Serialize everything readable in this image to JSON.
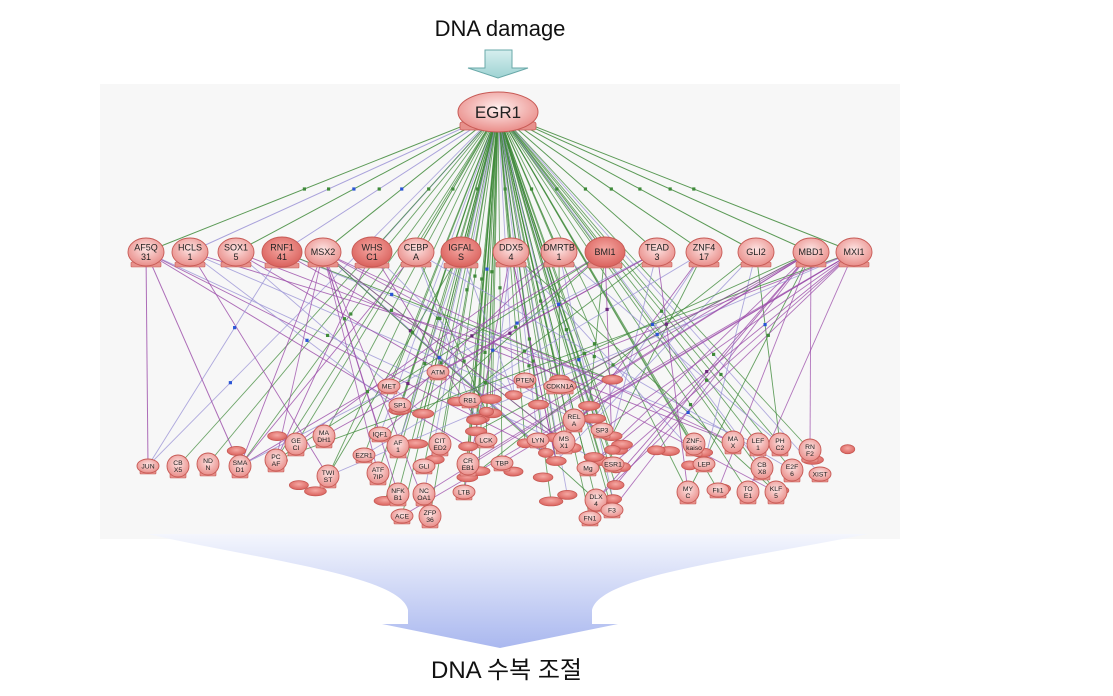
{
  "title_top": "DNA damage",
  "title_bottom": "DNA 수복 조절",
  "hub": "EGR1",
  "top_row": [
    [
      "AF5Q",
      "31"
    ],
    [
      "HCLS",
      "1"
    ],
    [
      "SOX1",
      "5"
    ],
    [
      "RNF1",
      "41"
    ],
    [
      "MSX2",
      ""
    ],
    [
      "WHS",
      "C1"
    ],
    [
      "CEBP",
      "A"
    ],
    [
      "IGFAL",
      "S"
    ],
    [
      "DDX5",
      "4"
    ],
    [
      "DMRTB",
      "1"
    ],
    [
      "BMI1",
      ""
    ],
    [
      "TEAD",
      "3"
    ],
    [
      "ZNF4",
      "17"
    ],
    [
      "GLI2",
      ""
    ],
    [
      "MBD1",
      ""
    ],
    [
      "MXI1",
      ""
    ]
  ],
  "bottom_row": [
    [
      "JUN"
    ],
    [
      "CB",
      "X5"
    ],
    [
      "ND",
      "N"
    ],
    [
      "SMA",
      "D1"
    ],
    [
      "PC",
      "AF"
    ],
    [
      "GE",
      "CI"
    ],
    [
      "MA",
      "DH1"
    ],
    [
      "IQF1"
    ],
    [
      "EZR1"
    ],
    [
      "TWI",
      "ST"
    ],
    [
      "ATF",
      "7IP"
    ],
    [
      "GLI"
    ],
    [
      "CIT",
      "ED2"
    ],
    [
      "NFK",
      "B1"
    ],
    [
      "NC",
      "OA1"
    ],
    [
      "ACE"
    ],
    [
      "ZFP",
      "36"
    ],
    [
      "CR",
      "EB1"
    ],
    [
      "TBP"
    ],
    [
      "LTB"
    ],
    [
      "LCK"
    ],
    [
      "LYN"
    ],
    [
      "MS",
      "X1"
    ],
    [
      "Mg"
    ],
    [
      "DLX",
      "4"
    ],
    [
      "FN1"
    ],
    [
      "F3"
    ],
    [
      "SP3"
    ],
    [
      "REL",
      "A"
    ],
    [
      "SP1"
    ],
    [
      "MET"
    ],
    [
      "MY",
      "C"
    ],
    [
      "Fli1"
    ],
    [
      "TO",
      "E1"
    ],
    [
      "KLF",
      "5"
    ],
    [
      "CB",
      "X8"
    ],
    [
      "E2F",
      "6"
    ],
    [
      "MA",
      "X"
    ],
    [
      "LEF",
      "1"
    ],
    [
      "PH",
      "C2"
    ],
    [
      "LEP"
    ],
    [
      "ZNF-",
      "kaiso"
    ],
    [
      "XIST"
    ],
    [
      "AF",
      "1"
    ],
    [
      "RN",
      "F2"
    ],
    [
      "ESR1"
    ],
    [
      "PTEN"
    ],
    [
      "CDKN1A"
    ],
    [
      "RB1"
    ],
    [
      "ATM"
    ]
  ]
}
